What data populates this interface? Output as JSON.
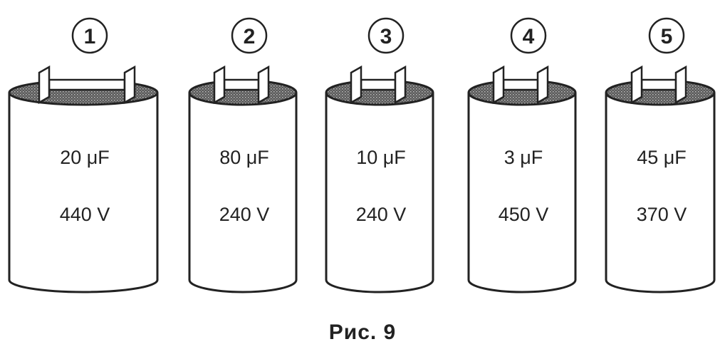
{
  "caption": "Рис. 9",
  "capacitors": [
    {
      "number": "1",
      "capacitance": "20 μF",
      "voltage": "440 V"
    },
    {
      "number": "2",
      "capacitance": "80 μF",
      "voltage": "240 V"
    },
    {
      "number": "3",
      "capacitance": "10 μF",
      "voltage": "240 V"
    },
    {
      "number": "4",
      "capacitance": "3 μF",
      "voltage": "450 V"
    },
    {
      "number": "5",
      "capacitance": "45 μF",
      "voltage": "370 V"
    }
  ]
}
